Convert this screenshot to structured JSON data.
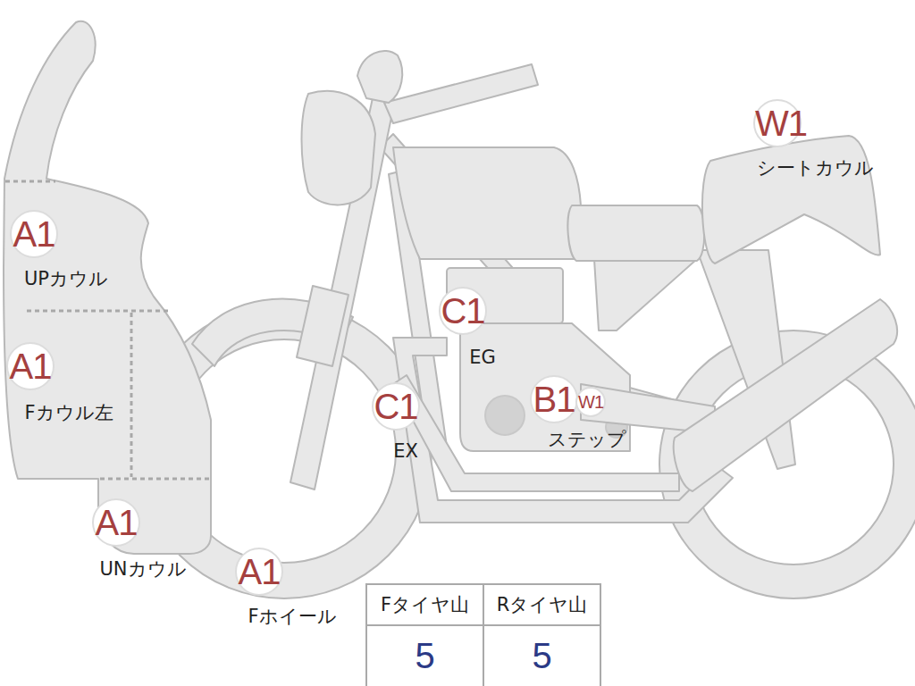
{
  "diagram": {
    "nodes": [
      {
        "text": [
          "W1",
          "シートカウル"
        ]
      },
      {
        "text": [
          "A1",
          "UPカウル"
        ]
      },
      {
        "text": [
          "C1",
          "EG"
        ]
      },
      {
        "text": [
          "A1",
          "Fカウル左"
        ]
      },
      {
        "text": [
          "C1",
          "EX"
        ]
      },
      {
        "text": [
          "B1",
          "ステップ"
        ]
      },
      {
        "text": [
          "W1"
        ]
      },
      {
        "text": [
          "A1",
          "UNカウル"
        ]
      },
      {
        "text": [
          "A1",
          "Fホイール"
        ]
      }
    ],
    "labels": [
      "Fタイヤ山",
      "Rタイヤ山",
      "5",
      "5"
    ]
  }
}
